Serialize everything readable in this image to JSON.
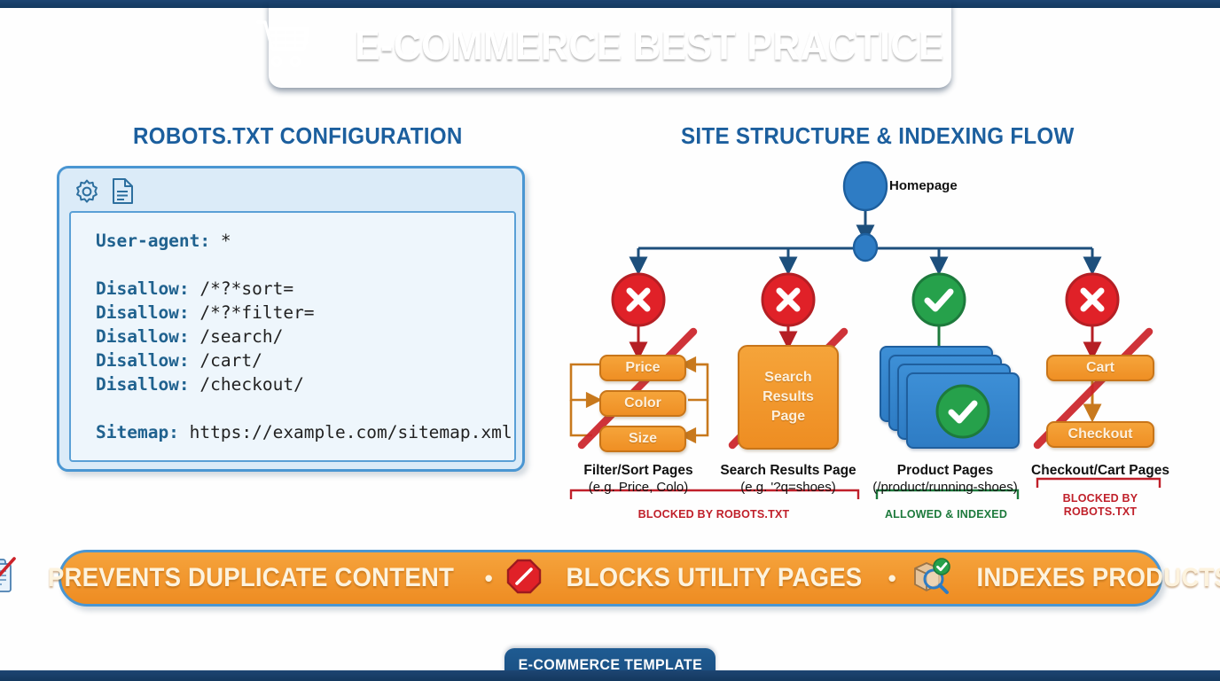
{
  "header": {
    "title": "E-COMMERCE BEST PRACTICE",
    "icon": "shopping-cart-icon",
    "bg_color": "#1e5a94"
  },
  "sections": {
    "left_heading": "ROBOTS.TXT CONFIGURATION",
    "right_heading": "SITE STRUCTURE & INDEXING FLOW",
    "heading_color": "#1c5f9e"
  },
  "robots_panel": {
    "icons": [
      "gear-icon",
      "document-icon"
    ],
    "border_color": "#4a96d2",
    "code": {
      "user_agent": {
        "key": "User-agent:",
        "value": " *"
      },
      "disallow": [
        {
          "key": "Disallow:",
          "value": " /*?*sort="
        },
        {
          "key": "Disallow:",
          "value": " /*?*filter="
        },
        {
          "key": "Disallow:",
          "value": " /search/"
        },
        {
          "key": "Disallow:",
          "value": " /cart/"
        },
        {
          "key": "Disallow:",
          "value": " /checkout/"
        }
      ],
      "sitemap": {
        "key": "Sitemap:",
        "value": " https://example.com/sitemap.xml"
      }
    }
  },
  "flow": {
    "root": {
      "label": "Homepage",
      "color": "#2e7cc4"
    },
    "junction": {
      "color": "#2e7cc4"
    },
    "branches": [
      {
        "badge": "cross-badge-icon",
        "badge_color": "#e02128",
        "boxes": [
          "Price",
          "Color",
          "Size"
        ],
        "caption_title": "Filter/Sort Pages",
        "caption_sub": "(e.g. Price, Colo)",
        "struck_through": true
      },
      {
        "badge": "cross-badge-icon",
        "badge_color": "#e02128",
        "boxes": [
          "Search",
          "Results",
          "Page"
        ],
        "caption_title": "Search Results Page",
        "caption_sub": "(e.g. '?q=shoes)",
        "struck_through": true
      },
      {
        "badge": "check-badge-icon",
        "badge_color": "#26a14b",
        "boxes": [],
        "caption_title": "Product Pages",
        "caption_sub": "(/product/running-shoes)",
        "struck_through": false
      },
      {
        "badge": "cross-badge-icon",
        "badge_color": "#e02128",
        "boxes": [
          "Cart",
          "Checkout"
        ],
        "caption_title": "Checkout/Cart Pages",
        "caption_sub": "",
        "struck_through": true
      }
    ],
    "status": {
      "blocked_left": "BLOCKED BY ROBOTS.TXT",
      "allowed": "ALLOWED & INDEXED",
      "blocked_right_line1": "BLOCKED BY",
      "blocked_right_line2": "ROBOTS.TXT",
      "blocked_color": "#c0202a",
      "allowed_color": "#1d7a3c"
    }
  },
  "benefits": {
    "bg_color": "#ee8c22",
    "items": [
      {
        "icon": "duplicate-docs-blocked-icon",
        "label": "PREVENTS DUPLICATE CONTENT"
      },
      {
        "icon": "prohibition-sign-icon",
        "label": "BLOCKS UTILITY PAGES"
      },
      {
        "icon": "indexed-product-icon",
        "label": "INDEXES PRODUCTS"
      }
    ],
    "separator": "•"
  },
  "footer": {
    "label": "E-COMMERCE TEMPLATE"
  }
}
